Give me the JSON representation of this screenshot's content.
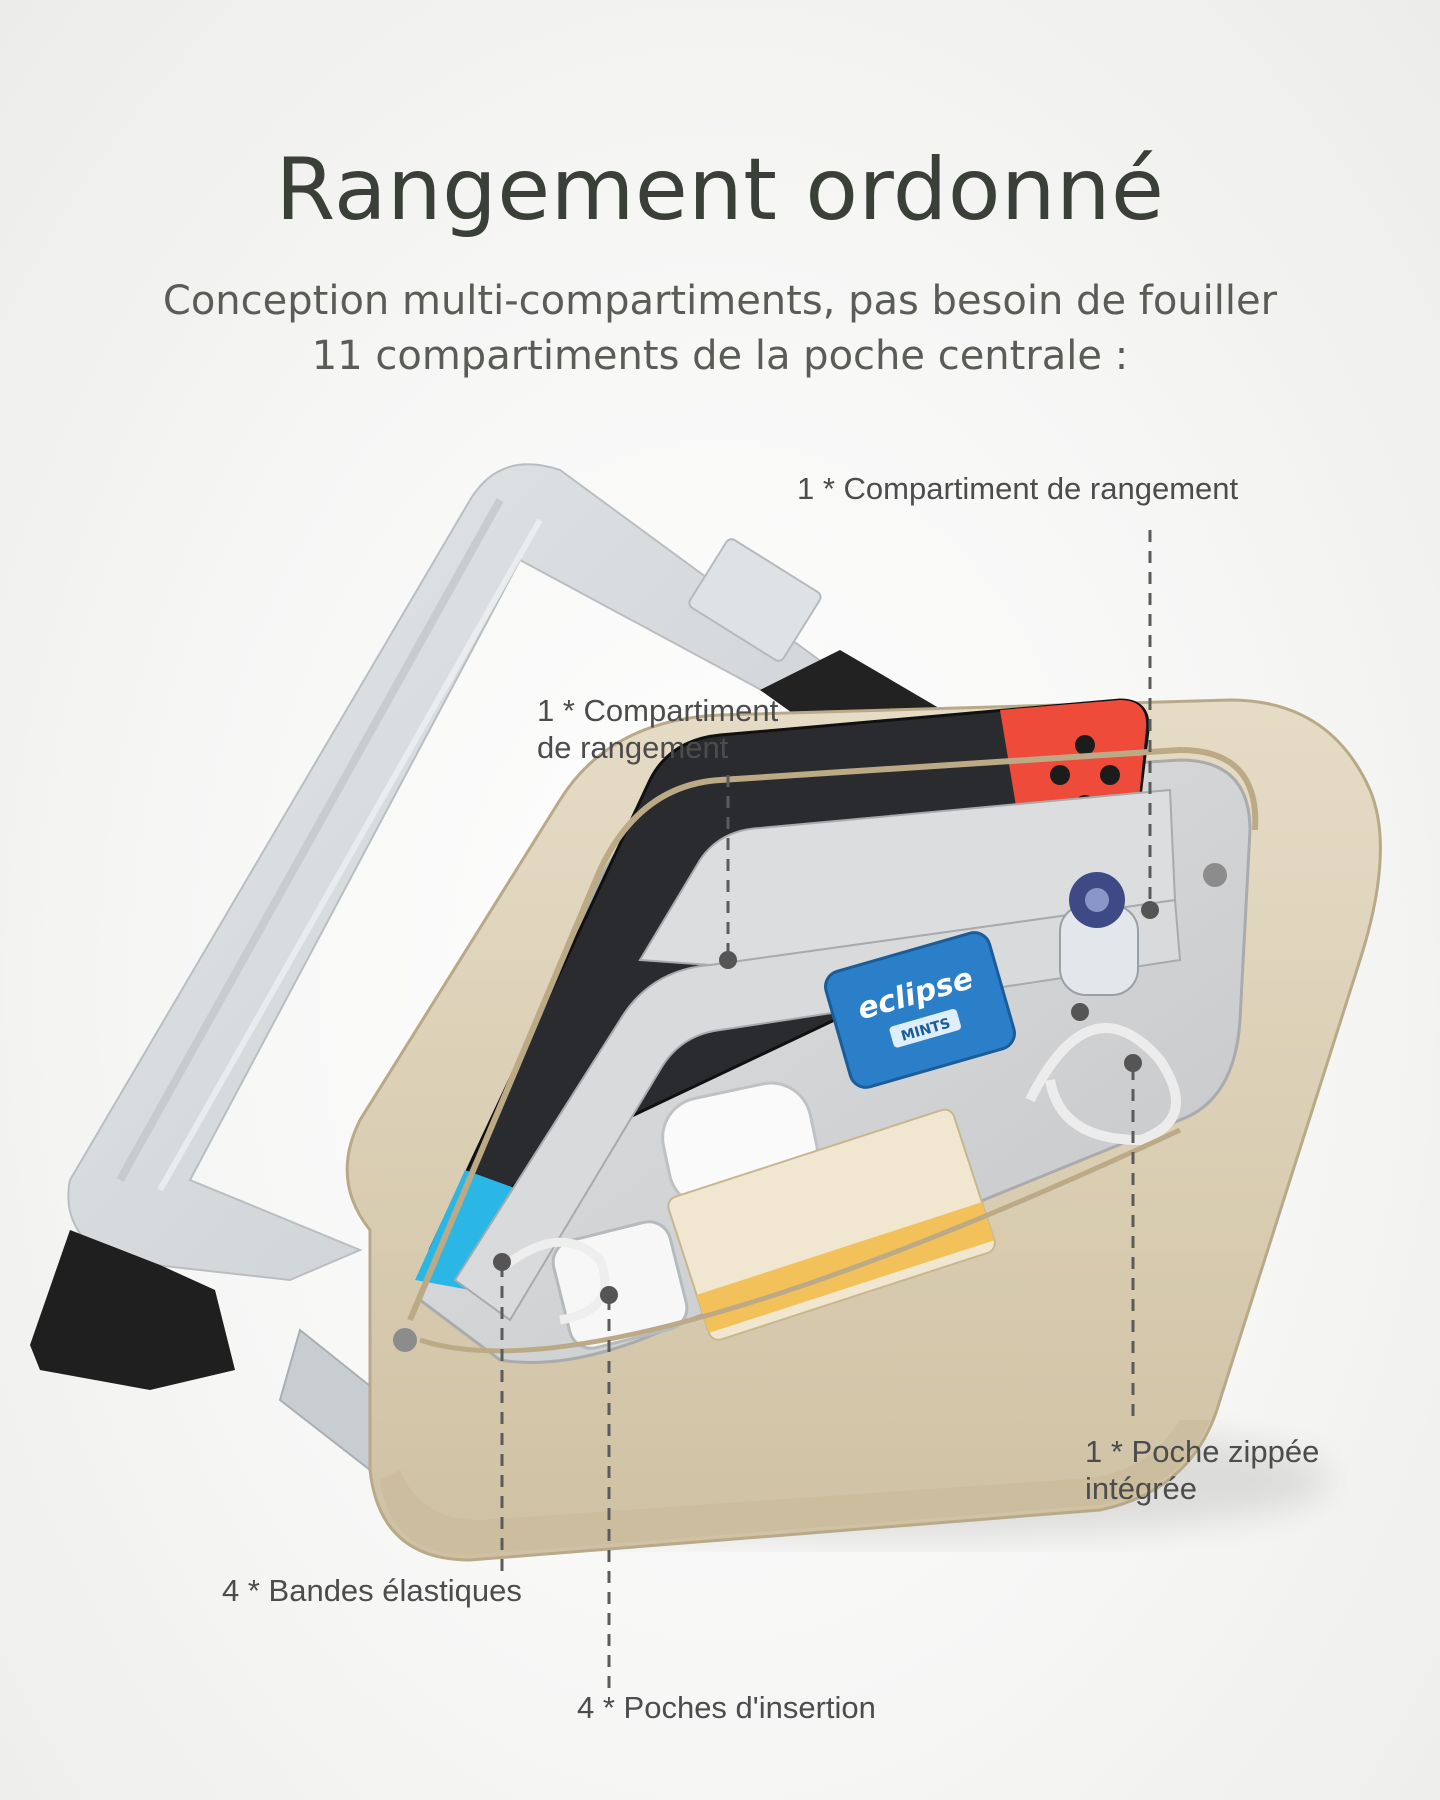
{
  "header": {
    "title": "Rangement ordonné",
    "subtitle_line1": "Conception multi-compartiments, pas besoin de fouiller",
    "subtitle_line2": "11 compartiments de la poche centrale :"
  },
  "callouts": {
    "top_right": "1 * Compartiment de rangement",
    "middle_left_line1": "1 * Compartiment",
    "middle_left_line2": "de rangement",
    "right_line1": "1 * Poche zippée",
    "right_line2": "intégrée",
    "bottom_left": "4 * Bandes élastiques",
    "bottom_center": "4 * Poches d'insertion"
  },
  "product": {
    "mint_tin_brand": "eclipse",
    "mint_tin_sub": "MINTS"
  },
  "colors": {
    "bag_beige": "#ddd0b6",
    "strap_grey": "#d5d9dc",
    "interior_grey": "#cfd1d2",
    "console_red": "#ee4b3b",
    "console_blue": "#2bb7e6",
    "text_dark": "#3a3f38"
  }
}
